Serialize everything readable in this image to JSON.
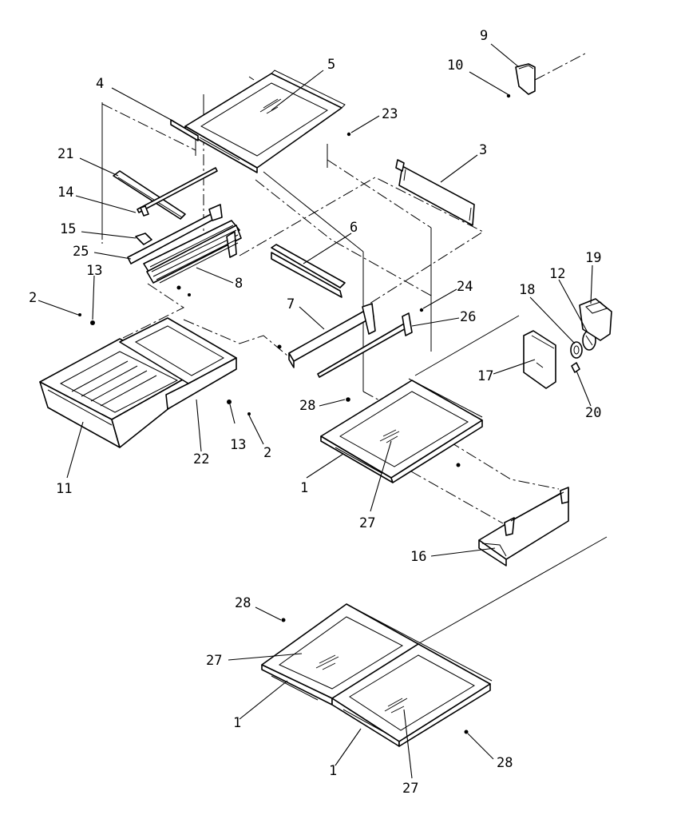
{
  "diagram": {
    "callouts": [
      {
        "id": "c9",
        "text": "9"
      },
      {
        "id": "c10",
        "text": "10"
      },
      {
        "id": "c5",
        "text": "5"
      },
      {
        "id": "c4",
        "text": "4"
      },
      {
        "id": "c23",
        "text": "23"
      },
      {
        "id": "c21",
        "text": "21"
      },
      {
        "id": "c3",
        "text": "3"
      },
      {
        "id": "c14",
        "text": "14"
      },
      {
        "id": "c15",
        "text": "15"
      },
      {
        "id": "c25",
        "text": "25"
      },
      {
        "id": "c6",
        "text": "6"
      },
      {
        "id": "c13a",
        "text": "13"
      },
      {
        "id": "c8",
        "text": "8"
      },
      {
        "id": "c19",
        "text": "19"
      },
      {
        "id": "c12",
        "text": "12"
      },
      {
        "id": "c18",
        "text": "18"
      },
      {
        "id": "c2a",
        "text": "2"
      },
      {
        "id": "c24",
        "text": "24"
      },
      {
        "id": "c7",
        "text": "7"
      },
      {
        "id": "c26",
        "text": "26"
      },
      {
        "id": "c17",
        "text": "17"
      },
      {
        "id": "c20",
        "text": "20"
      },
      {
        "id": "c28a",
        "text": "28"
      },
      {
        "id": "c22",
        "text": "22"
      },
      {
        "id": "c13b",
        "text": "13"
      },
      {
        "id": "c2b",
        "text": "2"
      },
      {
        "id": "c11",
        "text": "11"
      },
      {
        "id": "c1a",
        "text": "1"
      },
      {
        "id": "c27a",
        "text": "27"
      },
      {
        "id": "c16",
        "text": "16"
      },
      {
        "id": "c28b",
        "text": "28"
      },
      {
        "id": "c27b",
        "text": "27"
      },
      {
        "id": "c1b",
        "text": "1"
      },
      {
        "id": "c1c",
        "text": "1"
      },
      {
        "id": "c28c",
        "text": "28"
      },
      {
        "id": "c27c",
        "text": "27"
      }
    ]
  }
}
